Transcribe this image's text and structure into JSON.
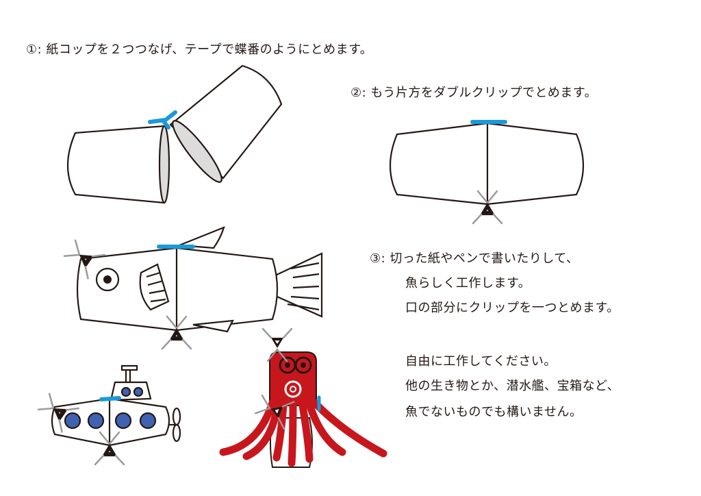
{
  "steps": {
    "step1": "①: 紙コップを２つつなげ、テープで蝶番のようにとめます。",
    "step2": "②: もう片方をダブルクリップでとめます。",
    "step3_lines": [
      "③: 切った紙やペンで書いたりして、",
      "魚らしく工作します。",
      "口の部分にクリップを一つとめます。"
    ],
    "free_lines": [
      "自由に工作してください。",
      "他の生き物とか、潜水艦、宝箱など、",
      "魚でないものでも構いません。"
    ]
  },
  "colors": {
    "line": "#231815",
    "tape": "#1a9ad6",
    "cup_inner": "#dcdcdc",
    "octopus_red": "#c8161d",
    "porthole_blue": "#3f63b0",
    "clip_grey": "#9a9a9a"
  },
  "icons": {
    "clip": "binder-clip-icon",
    "eye": "fish-eye-icon"
  }
}
